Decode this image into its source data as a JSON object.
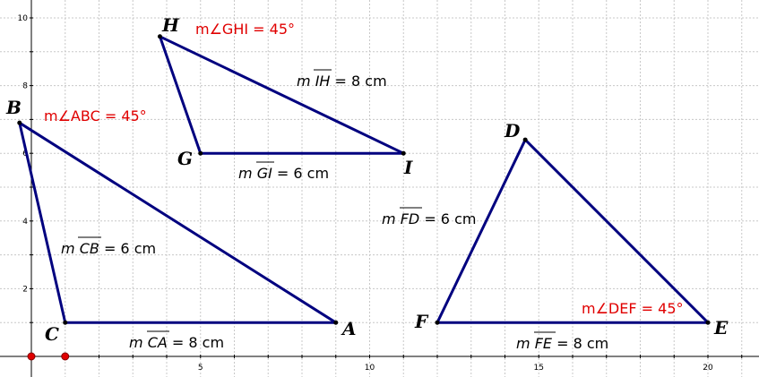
{
  "axes": {
    "x_ticks": [
      {
        "value": 5,
        "label": "5"
      },
      {
        "value": 10,
        "label": "10"
      },
      {
        "value": 15,
        "label": "15"
      },
      {
        "value": 20,
        "label": "20"
      }
    ],
    "y_ticks": [
      {
        "value": 2,
        "label": "2"
      },
      {
        "value": 4,
        "label": "4"
      },
      {
        "value": 6,
        "label": "6"
      },
      {
        "value": 8,
        "label": "8"
      },
      {
        "value": 10,
        "label": "10"
      }
    ],
    "grid": true
  },
  "points": {
    "A": {
      "label": "A",
      "x": 9,
      "y": 1
    },
    "B": {
      "label": "B",
      "x": -0.35,
      "y": 6.9
    },
    "C": {
      "label": "C",
      "x": 1,
      "y": 1
    },
    "D": {
      "label": "D",
      "x": 14.6,
      "y": 6.4
    },
    "E": {
      "label": "E",
      "x": 20,
      "y": 1
    },
    "F": {
      "label": "F",
      "x": 12,
      "y": 1
    },
    "G": {
      "label": "G",
      "x": 5,
      "y": 6
    },
    "H": {
      "label": "H",
      "x": 3.8,
      "y": 9.45
    },
    "I": {
      "label": "I",
      "x": 11,
      "y": 6
    }
  },
  "triangles": [
    {
      "vertices": [
        "A",
        "B",
        "C"
      ]
    },
    {
      "vertices": [
        "D",
        "E",
        "F"
      ]
    },
    {
      "vertices": [
        "G",
        "H",
        "I"
      ]
    }
  ],
  "free_points": [
    {
      "x": 0,
      "y": 0
    },
    {
      "x": 1,
      "y": 0
    }
  ],
  "lengths": {
    "CB": {
      "prefix": "m",
      "segment": "CB",
      "value": "= 6 cm"
    },
    "CA": {
      "prefix": "m",
      "segment": "CA",
      "value": "= 8 cm"
    },
    "IH": {
      "prefix": "m",
      "segment": "IH",
      "value": "= 8 cm"
    },
    "GI": {
      "prefix": "m",
      "segment": "GI",
      "value": "= 6 cm"
    },
    "FD": {
      "prefix": "m",
      "segment": "FD",
      "value": "= 6 cm"
    },
    "FE": {
      "prefix": "m",
      "segment": "FE",
      "value": "= 8 cm"
    }
  },
  "angles": {
    "ABC": "m∠ABC = 45°",
    "GHI": "m∠GHI = 45°",
    "DEF": "m∠DEF = 45°"
  },
  "colors": {
    "edge": "#00007f",
    "angle_text": "#e00000",
    "grid": "#c8c8c8"
  }
}
